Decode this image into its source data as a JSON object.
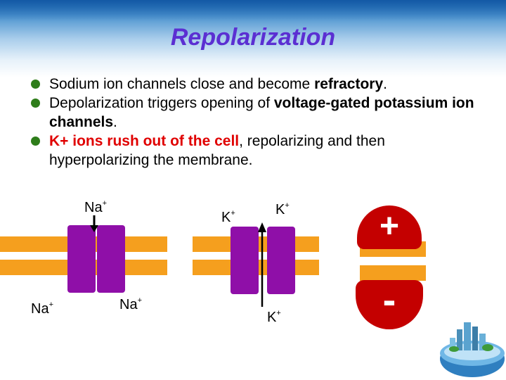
{
  "title": "Repolarization",
  "bullets": [
    {
      "plain": "Sodium ion channels close and become ",
      "bold": "refractory",
      "tail": "."
    },
    {
      "plain": "Depolarization triggers opening of ",
      "bold": "voltage-gated potassium ion channels",
      "tail": "."
    },
    {
      "red": "K+ ions rush out of the cell",
      "plain": ", repolarizing and then hyperpolarizing the membrane."
    }
  ],
  "diagram": {
    "na_label": "Na",
    "k_label": "K",
    "ion_charge": "+",
    "plus_sign": "+",
    "minus_sign": "-"
  },
  "colors": {
    "title": "#5b2fd2",
    "bullet": "#2e7d1a",
    "emphasis": "#e00000",
    "membrane": "#f59f1e",
    "channel": "#8f0fa8",
    "charge_circle": "#c40000"
  }
}
